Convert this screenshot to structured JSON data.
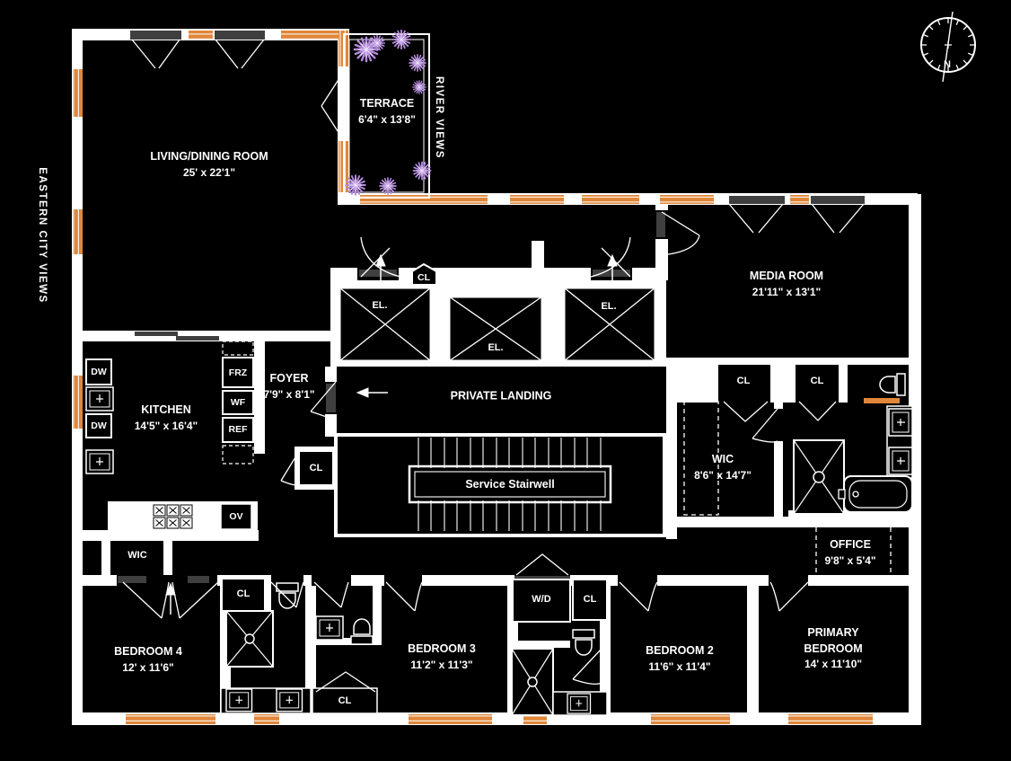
{
  "plan": {
    "views": {
      "left": "EASTERN CITY VIEWS",
      "right": "RIVER VIEWS"
    },
    "compass": {
      "north_label": "N"
    },
    "rooms": {
      "living": {
        "name": "LIVING/DINING ROOM",
        "dims": "25' x 22'1\""
      },
      "terrace": {
        "name": "TERRACE",
        "dims": "6'4\" x 13'8\""
      },
      "media": {
        "name": "MEDIA ROOM",
        "dims": "21'11\" x 13'1\""
      },
      "kitchen": {
        "name": "KITCHEN",
        "dims": "14'5\" x 16'4\""
      },
      "foyer": {
        "name": "FOYER",
        "dims": "7'9\" x 8'1\""
      },
      "landing": {
        "name": "PRIVATE LANDING"
      },
      "stairwell": {
        "name": "Service Stairwell"
      },
      "wic": {
        "name": "WIC",
        "dims": "8'6\" x 14'7\""
      },
      "office": {
        "name": "OFFICE",
        "dims": "9'8\" x 5'4\""
      },
      "bedroom4": {
        "name": "BEDROOM 4",
        "dims": "12' x 11'6\""
      },
      "bedroom3": {
        "name": "BEDROOM 3",
        "dims": "11'2\" x 11'3\""
      },
      "bedroom2": {
        "name": "BEDROOM 2",
        "dims": "11'6\" x 11'4\""
      },
      "primary": {
        "name": "PRIMARY BEDROOM",
        "dims": "14' x 11'10\""
      }
    },
    "tags": {
      "el": "EL.",
      "cl": "CL",
      "wic": "WIC",
      "wd": "W/D",
      "dw": "DW",
      "frz": "FRZ",
      "wf": "WF",
      "ref": "REF",
      "ov": "OV"
    },
    "colors": {
      "background": "#000000",
      "wall": "#ffffff",
      "window": "#e0873b",
      "foliage": "#b48bdc"
    }
  }
}
